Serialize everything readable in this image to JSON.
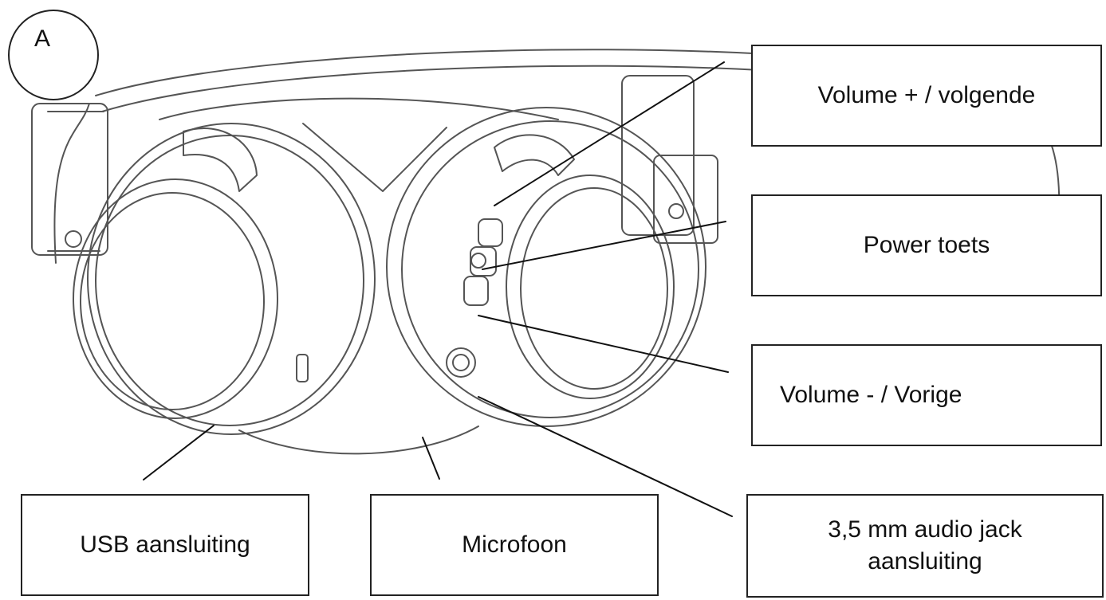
{
  "figure_tag": "A",
  "labels": {
    "volume_up": "Volume + / volgende",
    "power": "Power toets",
    "volume_down": "Volume - / Vorige",
    "audio_jack": "3,5 mm audio jack\naansluiting",
    "usb": "USB aansluiting",
    "microphone": "Microfoon"
  }
}
